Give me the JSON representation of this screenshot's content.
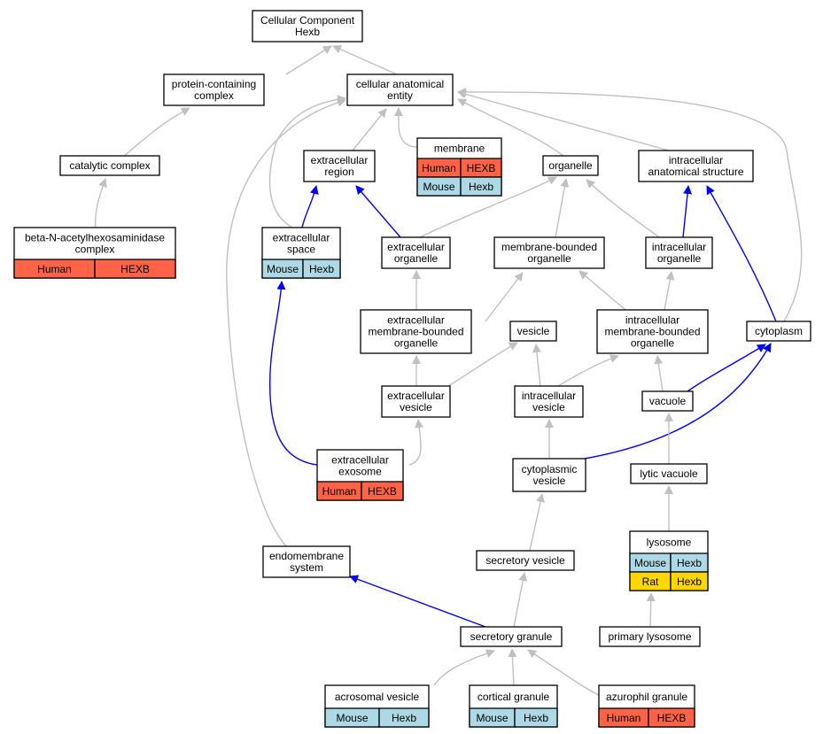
{
  "colors": {
    "gray_edge": "#c0c0c0",
    "blue_edge": "#0000ff",
    "Human": "#ff6347",
    "Mouse": "#add8e6",
    "Rat": "#ffd700"
  },
  "nodes": {
    "root": {
      "lines": [
        "Cellular Component",
        "Hexb"
      ]
    },
    "protein_complex": {
      "lines": [
        "protein-containing",
        "complex"
      ]
    },
    "cae": {
      "lines": [
        "cellular anatomical",
        "entity"
      ]
    },
    "catalytic": {
      "lines": [
        "catalytic complex"
      ]
    },
    "betahex": {
      "lines": [
        "beta-N-acetylhexosaminidase",
        "complex"
      ],
      "table": [
        [
          "Human",
          "HEXB"
        ]
      ]
    },
    "membrane": {
      "lines": [
        "membrane"
      ],
      "table": [
        [
          "Human",
          "HEXB"
        ],
        [
          "Mouse",
          "Hexb"
        ]
      ]
    },
    "ecregion": {
      "lines": [
        "extracellular",
        "region"
      ]
    },
    "organelle": {
      "lines": [
        "organelle"
      ]
    },
    "ias": {
      "lines": [
        "intracellular",
        "anatomical structure"
      ]
    },
    "ecspace": {
      "lines": [
        "extracellular",
        "space"
      ],
      "table": [
        [
          "Mouse",
          "Hexb"
        ]
      ]
    },
    "ecorg": {
      "lines": [
        "extracellular",
        "organelle"
      ]
    },
    "mbo": {
      "lines": [
        "membrane-bounded",
        "organelle"
      ]
    },
    "icorg": {
      "lines": [
        "intracellular",
        "organelle"
      ]
    },
    "ecmbo": {
      "lines": [
        "extracellular",
        "membrane-bounded",
        "organelle"
      ]
    },
    "vesicle": {
      "lines": [
        "vesicle"
      ]
    },
    "icmbo": {
      "lines": [
        "intracellular",
        "membrane-bounded",
        "organelle"
      ]
    },
    "cytoplasm": {
      "lines": [
        "cytoplasm"
      ]
    },
    "ecves": {
      "lines": [
        "extracellular",
        "vesicle"
      ]
    },
    "icves": {
      "lines": [
        "intracellular",
        "vesicle"
      ]
    },
    "vacuole": {
      "lines": [
        "vacuole"
      ]
    },
    "exosome": {
      "lines": [
        "extracellular",
        "exosome"
      ],
      "table": [
        [
          "Human",
          "HEXB"
        ]
      ]
    },
    "cytoves": {
      "lines": [
        "cytoplasmic",
        "vesicle"
      ]
    },
    "lytic": {
      "lines": [
        "lytic vacuole"
      ]
    },
    "lysosome": {
      "lines": [
        "lysosome"
      ],
      "table": [
        [
          "Mouse",
          "Hexb"
        ],
        [
          "Rat",
          "Hexb"
        ]
      ]
    },
    "endomem": {
      "lines": [
        "endomembrane",
        "system"
      ]
    },
    "secves": {
      "lines": [
        "secretory vesicle"
      ]
    },
    "secgran": {
      "lines": [
        "secretory granule"
      ]
    },
    "primlys": {
      "lines": [
        "primary lysosome"
      ]
    },
    "acrosomal": {
      "lines": [
        "acrosomal vesicle"
      ],
      "table": [
        [
          "Mouse",
          "Hexb"
        ]
      ]
    },
    "cortical": {
      "lines": [
        "cortical granule"
      ],
      "table": [
        [
          "Mouse",
          "Hexb"
        ]
      ]
    },
    "azurophil": {
      "lines": [
        "azurophil granule"
      ],
      "table": [
        [
          "Human",
          "HEXB"
        ]
      ]
    }
  }
}
